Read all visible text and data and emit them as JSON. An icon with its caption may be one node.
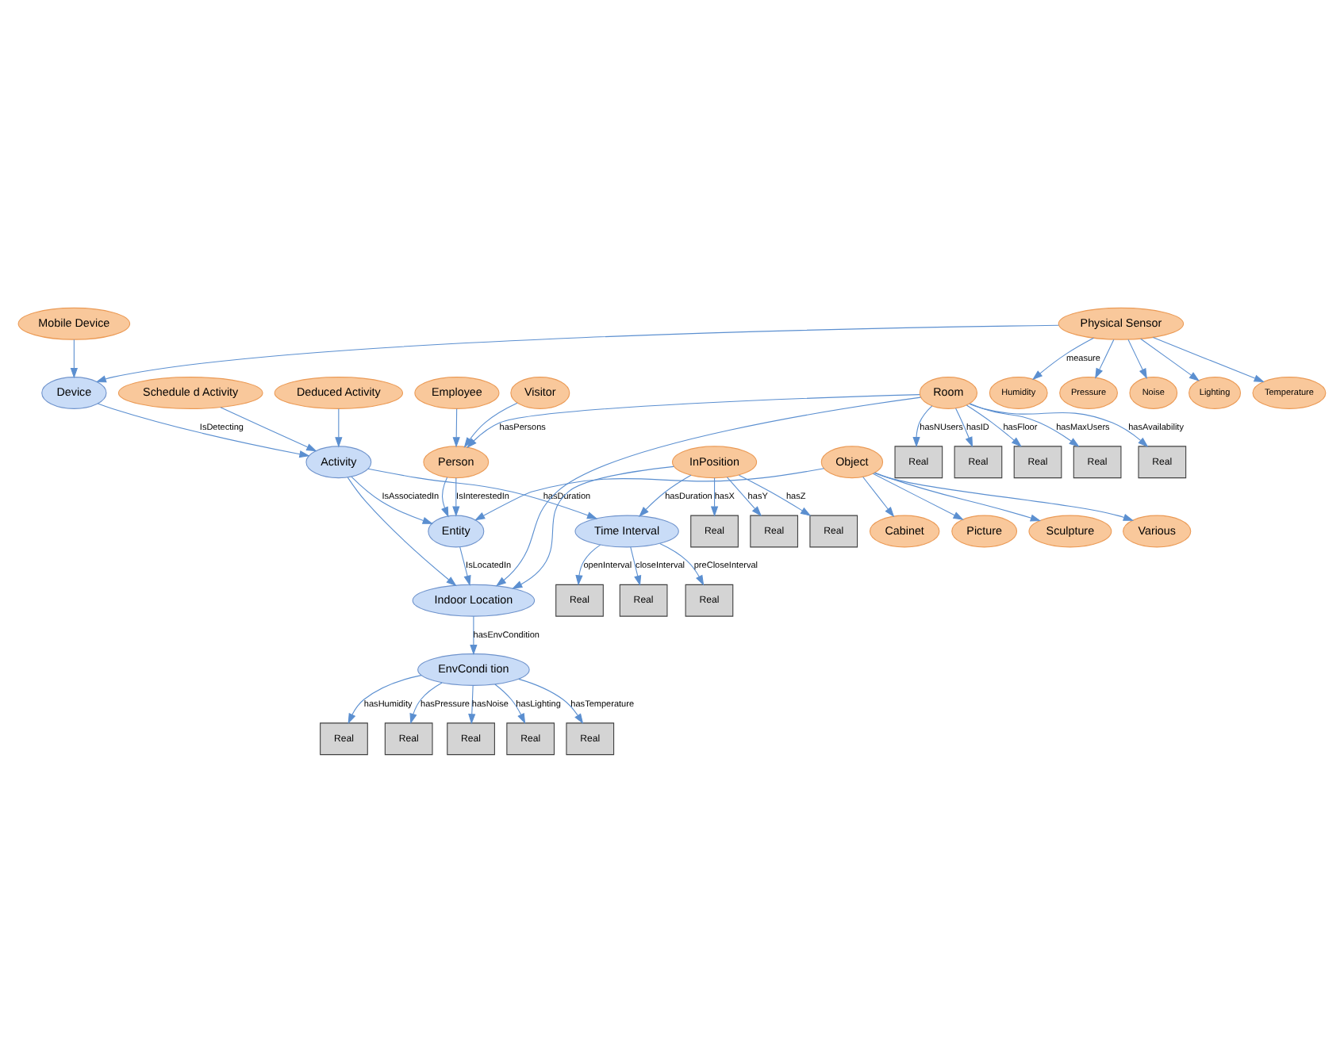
{
  "diagram": {
    "nodes": [
      {
        "text": [
          "Device"
        ]
      },
      {
        "text": [
          "Activity"
        ]
      },
      {
        "text": [
          "Schedule d Activity"
        ]
      },
      {
        "text": [
          "Physical Sensor"
        ]
      },
      {
        "text": [
          "Mobile Device"
        ]
      },
      {
        "text": [
          "Employee"
        ]
      },
      {
        "text": [
          "Deduced Activity"
        ]
      },
      {
        "text": [
          "Cabinet"
        ]
      },
      {
        "text": [
          "Visitor"
        ]
      },
      {
        "text": [
          "Entity"
        ]
      },
      {
        "text": [
          "Picture"
        ]
      },
      {
        "text": [
          "Humidity"
        ]
      },
      {
        "text": [
          "Pressure"
        ]
      },
      {
        "text": [
          "Noise"
        ]
      },
      {
        "text": [
          "Lighting"
        ]
      },
      {
        "text": [
          "Temperature"
        ]
      },
      {
        "text": [
          "Person"
        ]
      },
      {
        "text": [
          "Object"
        ]
      },
      {
        "text": [
          "Sculpture"
        ]
      },
      {
        "text": [
          "Various"
        ]
      },
      {
        "text": [
          "EnvCondi tion"
        ]
      },
      {
        "text": [
          "Indoor Location"
        ]
      },
      {
        "text": [
          "Time Interval"
        ]
      },
      {
        "text": [
          "Room"
        ]
      },
      {
        "text": [
          "InPosition"
        ]
      },
      {
        "text": [
          "Real"
        ]
      },
      {
        "text": [
          "Real"
        ]
      },
      {
        "text": [
          "Real"
        ]
      },
      {
        "text": [
          "Real"
        ]
      },
      {
        "text": [
          "Real"
        ]
      },
      {
        "text": [
          "Real"
        ]
      },
      {
        "text": [
          "Real"
        ]
      },
      {
        "text": [
          "Real"
        ]
      },
      {
        "text": [
          "Real"
        ]
      },
      {
        "text": [
          "Real"
        ]
      },
      {
        "text": [
          "Real"
        ]
      },
      {
        "text": [
          "Real"
        ]
      },
      {
        "text": [
          "Real"
        ]
      },
      {
        "text": [
          "Real"
        ]
      },
      {
        "text": [
          "Real"
        ]
      },
      {
        "text": [
          "Real"
        ]
      }
    ],
    "edges": [
      {
        "from": 0,
        "to": 1,
        "arrow": "to",
        "label": "IsDetecting"
      },
      {
        "from": 2,
        "to": 1,
        "arrow": "to"
      },
      {
        "from": 6,
        "to": 1,
        "arrow": "to"
      },
      {
        "from": 3,
        "to": 0,
        "arrow": "to"
      },
      {
        "from": 4,
        "to": 0,
        "arrow": "to"
      },
      {
        "from": 3,
        "to": 11,
        "arrow": "to",
        "label": "measure"
      },
      {
        "from": 3,
        "to": 12,
        "arrow": "to"
      },
      {
        "from": 3,
        "to": 13,
        "arrow": "to"
      },
      {
        "from": 3,
        "to": 14,
        "arrow": "to"
      },
      {
        "from": 3,
        "to": 15,
        "arrow": "to"
      },
      {
        "from": 1,
        "to": 9,
        "arrow": "to",
        "label": "IsAssociatedIn"
      },
      {
        "from": 5,
        "to": 16,
        "arrow": "to"
      },
      {
        "from": 8,
        "to": 16,
        "arrow": "to"
      },
      {
        "from": 16,
        "to": 9,
        "arrow": "to"
      },
      {
        "from": 16,
        "to": 9,
        "arrow": "to",
        "label": "IsInterestedIn"
      },
      {
        "from": 17,
        "to": 9,
        "arrow": "to"
      },
      {
        "from": 17,
        "to": 7,
        "arrow": "to"
      },
      {
        "from": 17,
        "to": 10,
        "arrow": "to"
      },
      {
        "from": 17,
        "to": 18,
        "arrow": "to"
      },
      {
        "from": 17,
        "to": 19,
        "arrow": "to"
      },
      {
        "from": 1,
        "to": 22,
        "arrow": "to",
        "label": "hasDuration"
      },
      {
        "from": 1,
        "to": 21,
        "arrow": "to"
      },
      {
        "from": 9,
        "to": 21,
        "arrow": "to",
        "label": "IsLocatedIn"
      },
      {
        "from": 23,
        "to": 16,
        "arrow": "to",
        "label": "hasPersons"
      },
      {
        "from": 21,
        "to": 20,
        "arrow": "to",
        "label": "hasEnvCondition"
      },
      {
        "from": 23,
        "to": 21,
        "arrow": "to"
      },
      {
        "from": 24,
        "to": 21,
        "arrow": "to"
      },
      {
        "from": 24,
        "to": 22,
        "arrow": "to",
        "label": "hasDuration"
      },
      {
        "from": 20,
        "to": 25,
        "arrow": "to",
        "label": "hasHumidity"
      },
      {
        "from": 20,
        "to": 26,
        "arrow": "to",
        "label": "hasPressure"
      },
      {
        "from": 20,
        "to": 27,
        "arrow": "to",
        "label": "hasNoise"
      },
      {
        "from": 20,
        "to": 28,
        "arrow": "to",
        "label": "hasLighting"
      },
      {
        "from": 20,
        "to": 29,
        "arrow": "to",
        "label": "hasTemperature"
      },
      {
        "from": 23,
        "to": 30,
        "arrow": "to",
        "label": "hasNUsers"
      },
      {
        "from": 23,
        "to": 31,
        "arrow": "to",
        "label": "hasID"
      },
      {
        "from": 23,
        "to": 32,
        "arrow": "to",
        "label": "hasFloor"
      },
      {
        "from": 23,
        "to": 33,
        "arrow": "to",
        "label": "hasMaxUsers"
      },
      {
        "from": 23,
        "to": 34,
        "arrow": "to",
        "label": "hasAvailability"
      },
      {
        "from": 24,
        "to": 35,
        "arrow": "to",
        "label": "hasX"
      },
      {
        "from": 24,
        "to": 36,
        "arrow": "to",
        "label": "hasY"
      },
      {
        "from": 24,
        "to": 37,
        "arrow": "to",
        "label": "hasZ"
      },
      {
        "from": 22,
        "to": 38,
        "arrow": "to",
        "label": "openInterval"
      },
      {
        "from": 22,
        "to": 39,
        "arrow": "to",
        "label": "closeInterval"
      },
      {
        "from": 22,
        "to": 40,
        "arrow": "to",
        "label": "preCloseInterval"
      }
    ]
  }
}
